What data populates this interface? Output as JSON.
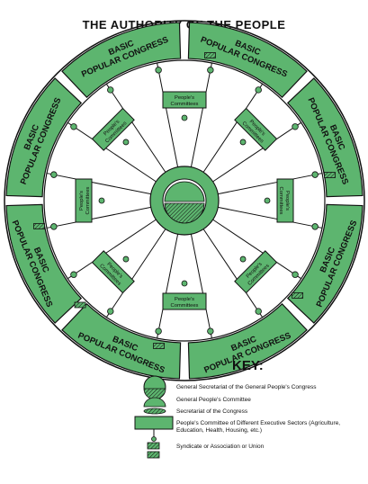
{
  "title": "THE AUTHORITY OF THE PEOPLE",
  "colors": {
    "green": "#5db56f",
    "dark_green": "#2e6e3e",
    "ink": "#111111",
    "paper": "#ffffff"
  },
  "ring": {
    "segments": [
      {
        "line1": "BASIC",
        "line2": "POPULAR CONGRESS"
      },
      {
        "line1": "BASIC",
        "line2": "POPULAR CONGRESS"
      },
      {
        "line1": "BASIC",
        "line2": "POPULAR CONGRESS"
      },
      {
        "line1": "BASIC",
        "line2": "POPULAR CONGRESS"
      },
      {
        "line1": "BASIC",
        "line2": "POPULAR CONGRESS"
      },
      {
        "line1": "BASIC",
        "line2": "POPULAR CONGRESS"
      },
      {
        "line1": "BASIC",
        "line2": "POPULAR CONGRESS"
      },
      {
        "line1": "BASIC",
        "line2": "POPULAR CONGRESS"
      }
    ]
  },
  "committees": [
    {
      "line1": "People's",
      "line2": "Committees"
    },
    {
      "line1": "People's",
      "line2": "Committees"
    },
    {
      "line1": "People's",
      "line2": "Committees"
    },
    {
      "line1": "People's",
      "line2": "Committees"
    },
    {
      "line1": "People's",
      "line2": "Committees"
    },
    {
      "line1": "People's",
      "line2": "Committees"
    },
    {
      "line1": "People's",
      "line2": "Committees"
    },
    {
      "line1": "People's",
      "line2": "Committees"
    }
  ],
  "key": {
    "title": "KEY:",
    "items": [
      {
        "label": "General Secretariat of the General People's Congress"
      },
      {
        "label": "General People's Committee"
      },
      {
        "label": "Secretariat of the Congress"
      },
      {
        "label": "People's Committee of Different Executive Sectors (Agriculture, Education, Health, Housing, etc.)"
      },
      {
        "label": "Syndicate or Association or Union"
      }
    ]
  }
}
